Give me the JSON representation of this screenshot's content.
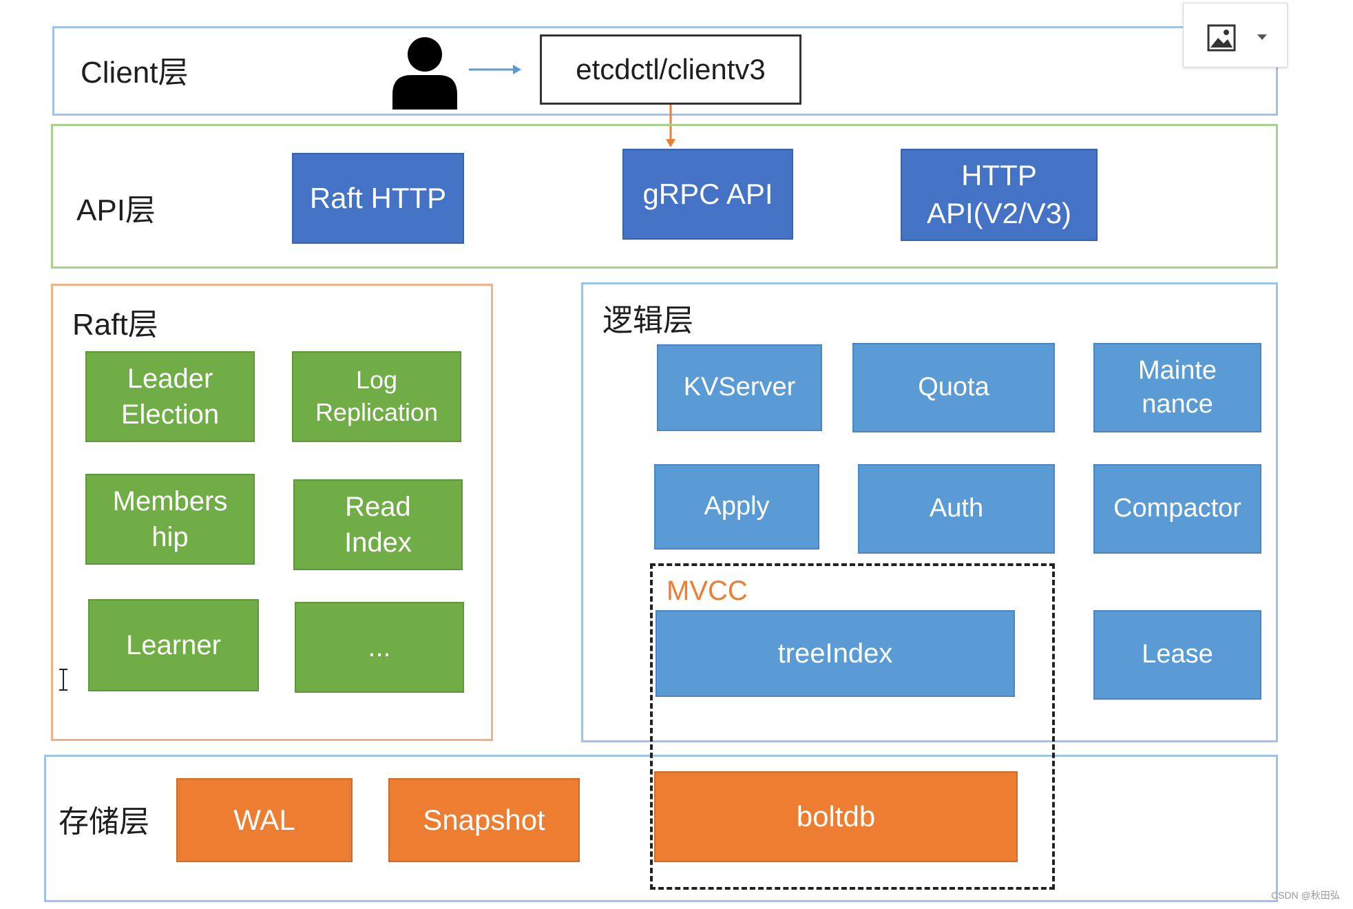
{
  "client_layer": {
    "label": "Client层",
    "node": "etcdctl/clientv3",
    "user_icon": "person-icon"
  },
  "api_layer": {
    "label": "API层",
    "boxes": [
      "Raft HTTP",
      "gRPC API",
      "HTTP\nAPI(V2/V3)"
    ]
  },
  "raft_layer": {
    "label": "Raft层",
    "boxes": [
      "Leader\nElection",
      "Log\nReplication",
      "Members\nhip",
      "Read\nIndex",
      "Learner",
      "..."
    ]
  },
  "logic_layer": {
    "label": "逻辑层",
    "boxes": [
      "KVServer",
      "Quota",
      "Mainte\nnance",
      "Apply",
      "Auth",
      "Compactor",
      "Lease"
    ]
  },
  "mvcc": {
    "label": "MVCC",
    "tree_index": "treeIndex",
    "boltdb": "boltdb"
  },
  "storage_layer": {
    "label": "存储层",
    "boxes": [
      "WAL",
      "Snapshot"
    ]
  },
  "toolbar": {
    "image_icon": "image-icon",
    "dropdown_icon": "chevron-down-icon"
  },
  "watermark": "CSDN @秋田弘",
  "colors": {
    "api_blue": "#4472c4",
    "logic_blue": "#5b9bd5",
    "raft_green": "#70ad47",
    "storage_orange": "#ed7d31",
    "arrow_orange": "#ed7d31",
    "arrow_blue": "#5b9bd5"
  }
}
